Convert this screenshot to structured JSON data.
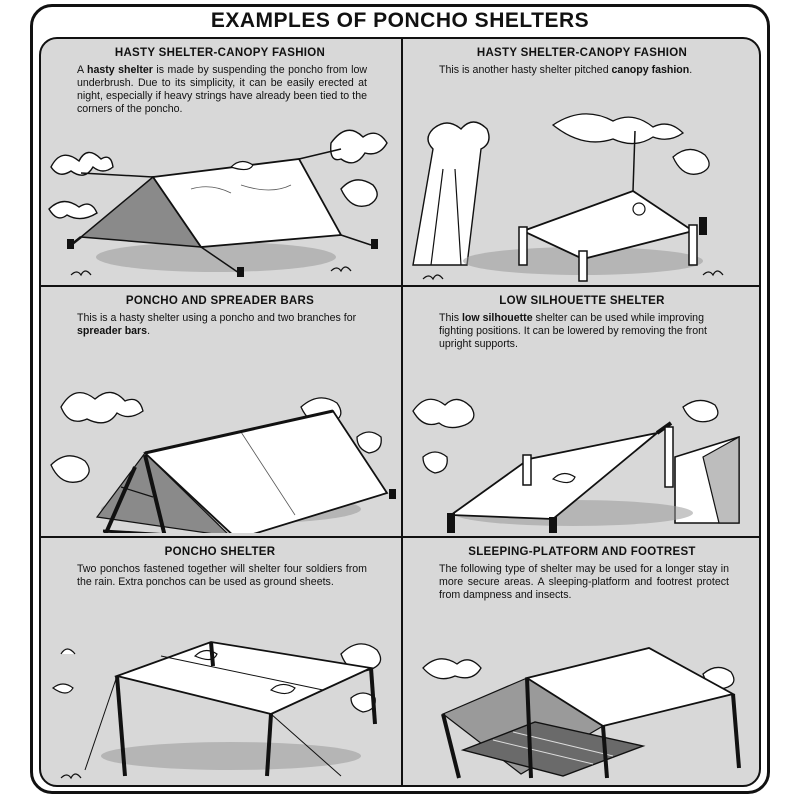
{
  "page": {
    "title": "EXAMPLES OF PONCHO SHELTERS"
  },
  "panels": [
    {
      "title": "HASTY SHELTER-CANOPY FASHION",
      "parts": [
        "A ",
        "hasty shelter",
        " is made by suspending the poncho from low underbrush. Due to its simplicity, it can be easily erected at night, especially if heavy strings have already been tied to the corners of the poncho."
      ]
    },
    {
      "title": "HASTY SHELTER-CANOPY FASHION",
      "parts": [
        "This is another hasty shelter pitched ",
        "canopy fashion",
        "."
      ]
    },
    {
      "title": "PONCHO AND SPREADER BARS",
      "parts": [
        "This is a hasty shelter using a poncho and two branches for ",
        "spreader bars",
        "."
      ]
    },
    {
      "title": "LOW SILHOUETTE SHELTER",
      "parts": [
        "This ",
        "low silhouette",
        " shelter can be used while improving fighting positions. It can be lowered by removing the front upright supports."
      ]
    },
    {
      "title": "PONCHO SHELTER",
      "parts": [
        "Two ponchos fastened together will shelter four soldiers from the rain. Extra ponchos can be used as ground sheets."
      ]
    },
    {
      "title": "SLEEPING-PLATFORM AND FOOTREST",
      "parts": [
        "The following type of shelter may be used for a longer stay in more secure areas. A sleeping-platform and footrest protect from dampness and insects."
      ]
    }
  ]
}
